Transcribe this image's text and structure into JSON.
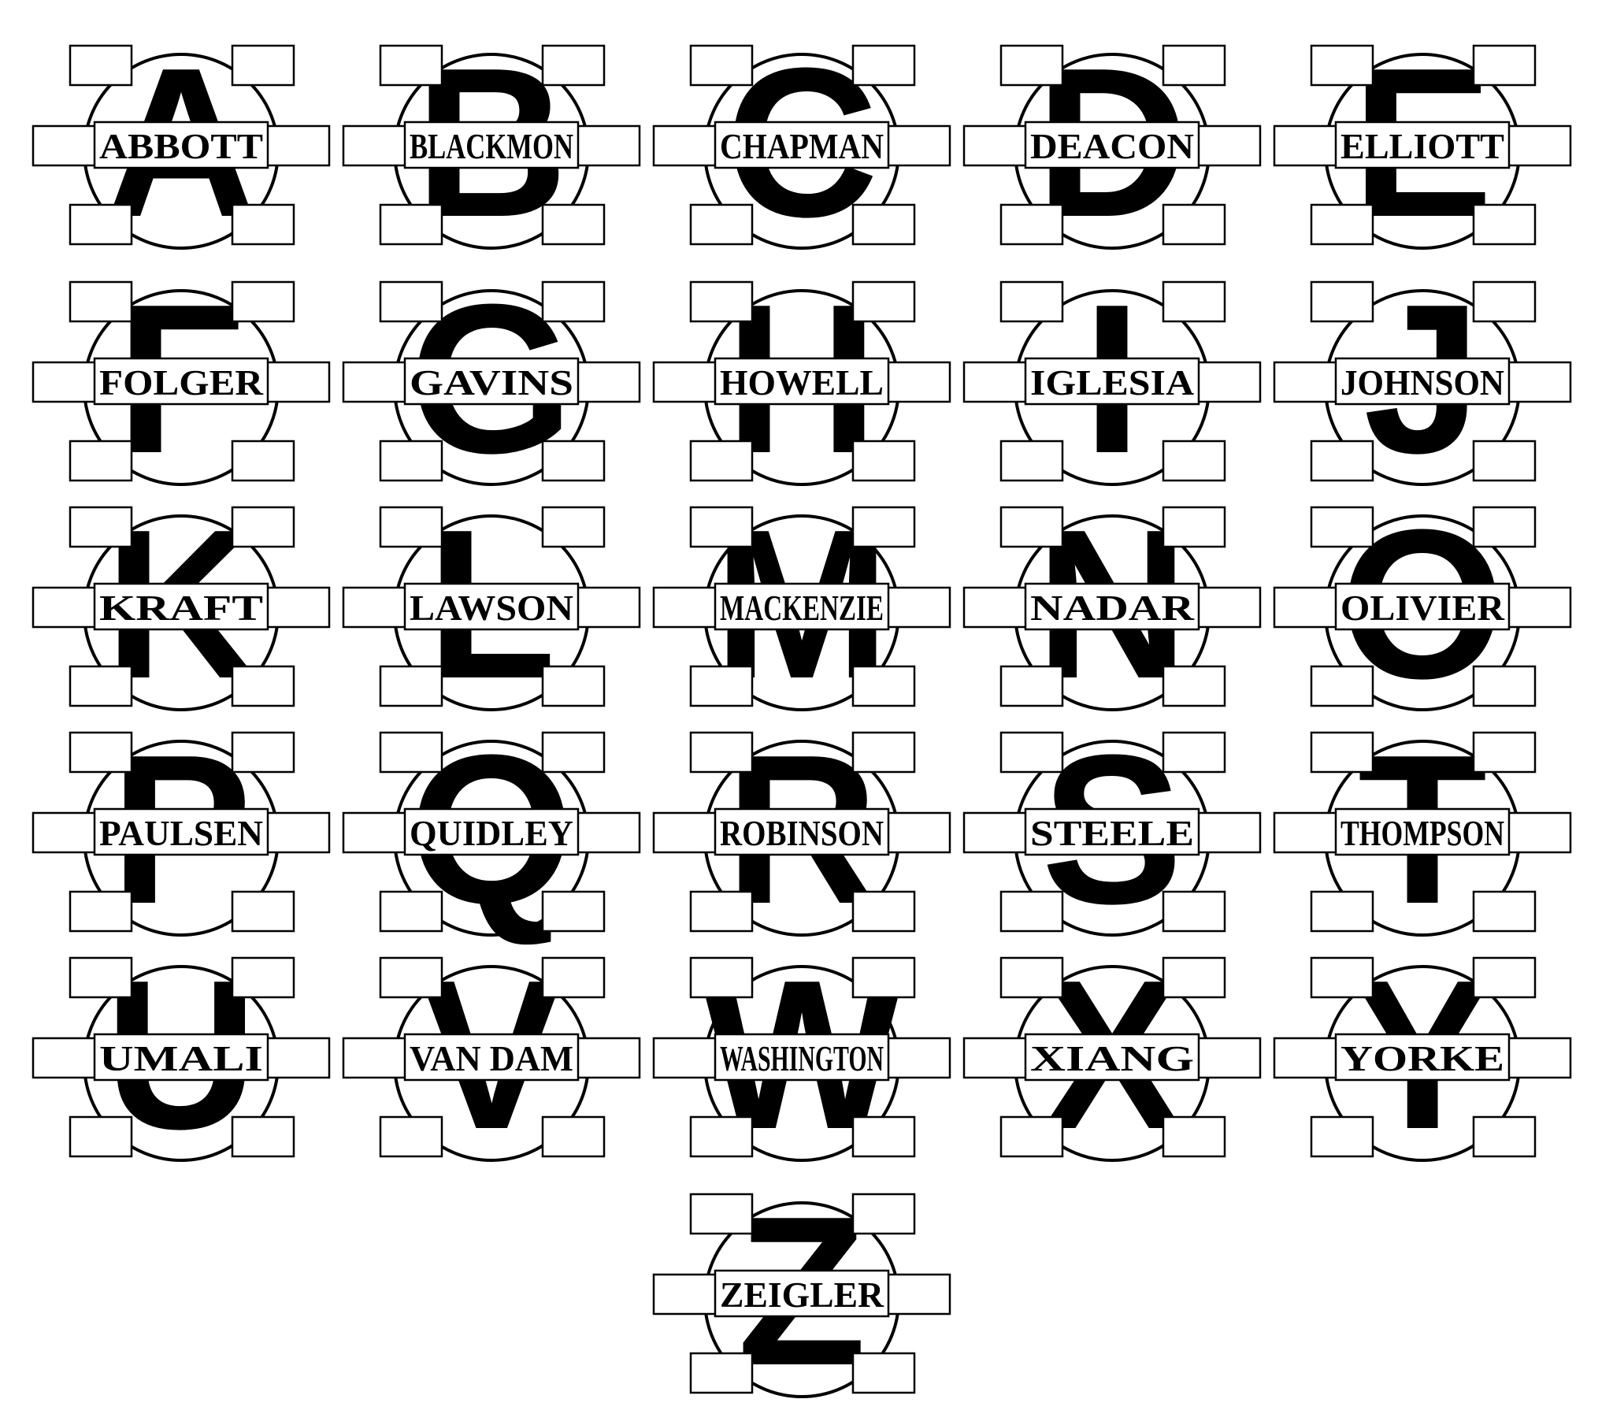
{
  "style": {
    "ink_color": "#000000",
    "paper_color": "#ffffff"
  },
  "monograms": [
    {
      "letter": "A",
      "name": "ABBOTT"
    },
    {
      "letter": "B",
      "name": "BLACKMON"
    },
    {
      "letter": "C",
      "name": "CHAPMAN"
    },
    {
      "letter": "D",
      "name": "DEACON"
    },
    {
      "letter": "E",
      "name": "ELLIOTT"
    },
    {
      "letter": "F",
      "name": "FOLGER"
    },
    {
      "letter": "G",
      "name": "GAVINS"
    },
    {
      "letter": "H",
      "name": "HOWELL"
    },
    {
      "letter": "I",
      "name": "IGLESIA"
    },
    {
      "letter": "J",
      "name": "JOHNSON"
    },
    {
      "letter": "K",
      "name": "KRAFT"
    },
    {
      "letter": "L",
      "name": "LAWSON"
    },
    {
      "letter": "M",
      "name": "MACKENZIE"
    },
    {
      "letter": "N",
      "name": "NADAR"
    },
    {
      "letter": "O",
      "name": "OLIVIER"
    },
    {
      "letter": "P",
      "name": "PAULSEN"
    },
    {
      "letter": "Q",
      "name": "QUIDLEY"
    },
    {
      "letter": "R",
      "name": "ROBINSON"
    },
    {
      "letter": "S",
      "name": "STEELE"
    },
    {
      "letter": "T",
      "name": "THOMPSON"
    },
    {
      "letter": "U",
      "name": "UMALI"
    },
    {
      "letter": "V",
      "name": "VAN DAM"
    },
    {
      "letter": "W",
      "name": "WASHINGTON"
    },
    {
      "letter": "X",
      "name": "XIANG"
    },
    {
      "letter": "Y",
      "name": "YORKE"
    },
    {
      "letter": "Z",
      "name": "ZEIGLER"
    }
  ]
}
